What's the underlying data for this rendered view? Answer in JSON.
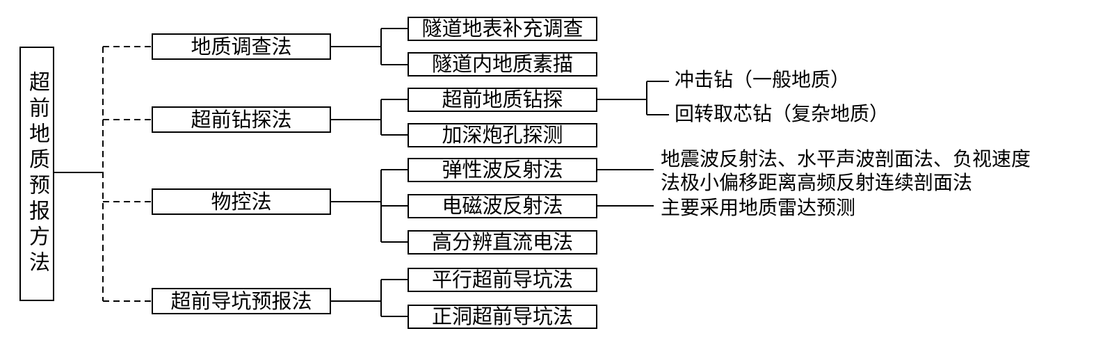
{
  "root": {
    "label": "超前地质预报方法"
  },
  "methods": [
    {
      "label": "地质调查法",
      "children": [
        "隧道地表补充调查",
        "隧道内地质素描"
      ]
    },
    {
      "label": "超前钻探法",
      "children": [
        "超前地质钻探",
        "加深炮孔探测"
      ]
    },
    {
      "label": "物控法",
      "children": [
        "弹性波反射法",
        "电磁波反射法",
        "高分辨直流电法"
      ]
    },
    {
      "label": "超前导坑预报法",
      "children": [
        "平行超前导坑法",
        "正洞超前导坑法"
      ]
    }
  ],
  "notes": {
    "drill_types": [
      "冲击钻（一般地质）",
      "回转取芯钻（复杂地质）"
    ],
    "elastic_wave": [
      "地震波反射法、水平声波剖面法、负视速度",
      "法极小偏移距离高频反射连续剖面法"
    ],
    "em_wave": "主要采用地质雷达预测"
  }
}
